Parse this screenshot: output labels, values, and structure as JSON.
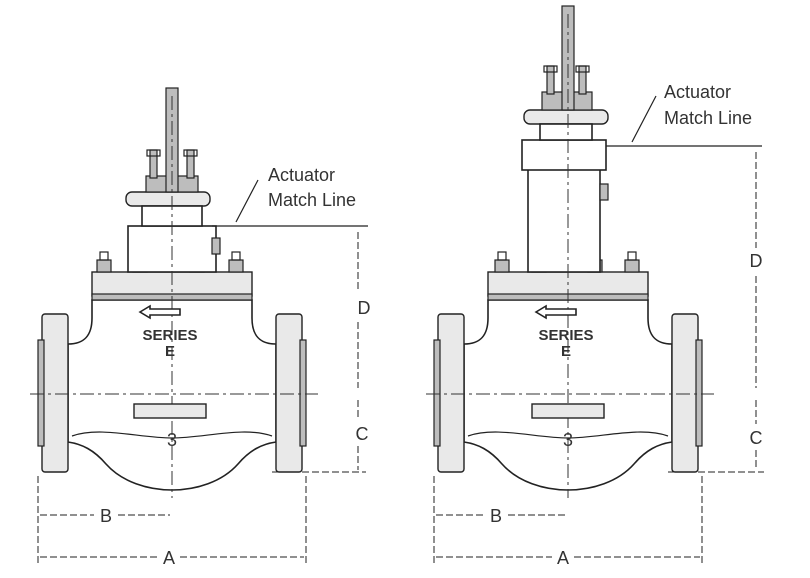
{
  "left_valve": {
    "actuator_match_line_text": [
      "Actuator",
      "Match Line"
    ],
    "casting_series": "SERIES",
    "casting_letter": "E",
    "casting_number": "3",
    "dim_a": "A",
    "dim_b": "B",
    "dim_c": "C",
    "dim_d": "D"
  },
  "right_valve": {
    "actuator_match_line_text": [
      "Actuator",
      "Match Line"
    ],
    "casting_series": "SERIES",
    "casting_letter": "E",
    "casting_number": "3",
    "dim_a": "A",
    "dim_b": "B",
    "dim_c": "C",
    "dim_d": "D"
  },
  "colors": {
    "line": "#222222",
    "text": "#333333",
    "fill_light": "#e9e9e9",
    "fill_dark": "#bdbdbd"
  }
}
